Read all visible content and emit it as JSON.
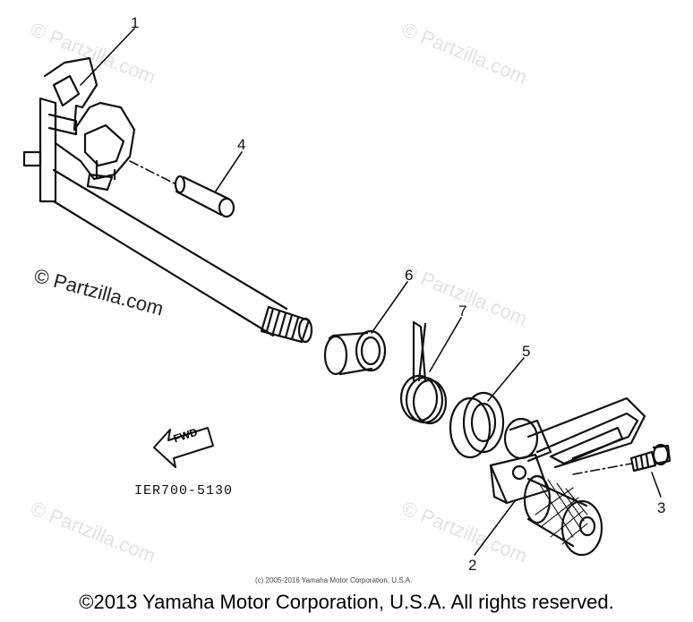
{
  "watermarks": {
    "faint": "© Partzilla.com",
    "dark": "© Partzilla.com"
  },
  "callouts": [
    "1",
    "2",
    "3",
    "4",
    "5",
    "6",
    "7"
  ],
  "fwd_label": "FWD",
  "diagram_code": "IER700-5130",
  "small_copyright": "(c) 2005-2016 Yamaha Motor Corporation, U.S.A.",
  "footer_copyright": "©2013 Yamaha Motor Corporation, U.S.A. All rights reserved."
}
